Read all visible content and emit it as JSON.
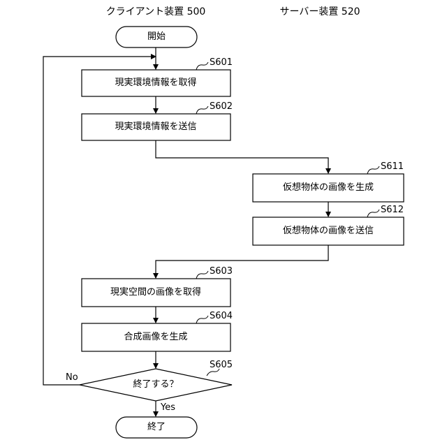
{
  "columns": {
    "client": "クライアント装置 500",
    "server": "サーバー装置 520"
  },
  "start_label": "開始",
  "end_label": "終了",
  "steps": {
    "s601": {
      "id": "S601",
      "text": "現実環境情報を取得"
    },
    "s602": {
      "id": "S602",
      "text": "現実環境情報を送信"
    },
    "s611": {
      "id": "S611",
      "text": "仮想物体の画像を生成"
    },
    "s612": {
      "id": "S612",
      "text": "仮想物体の画像を送信"
    },
    "s603": {
      "id": "S603",
      "text": "現実空間の画像を取得"
    },
    "s604": {
      "id": "S604",
      "text": "合成画像を生成"
    }
  },
  "decision": {
    "id": "S605",
    "text": "終了する？",
    "no_label": "No",
    "yes_label": "Yes"
  }
}
